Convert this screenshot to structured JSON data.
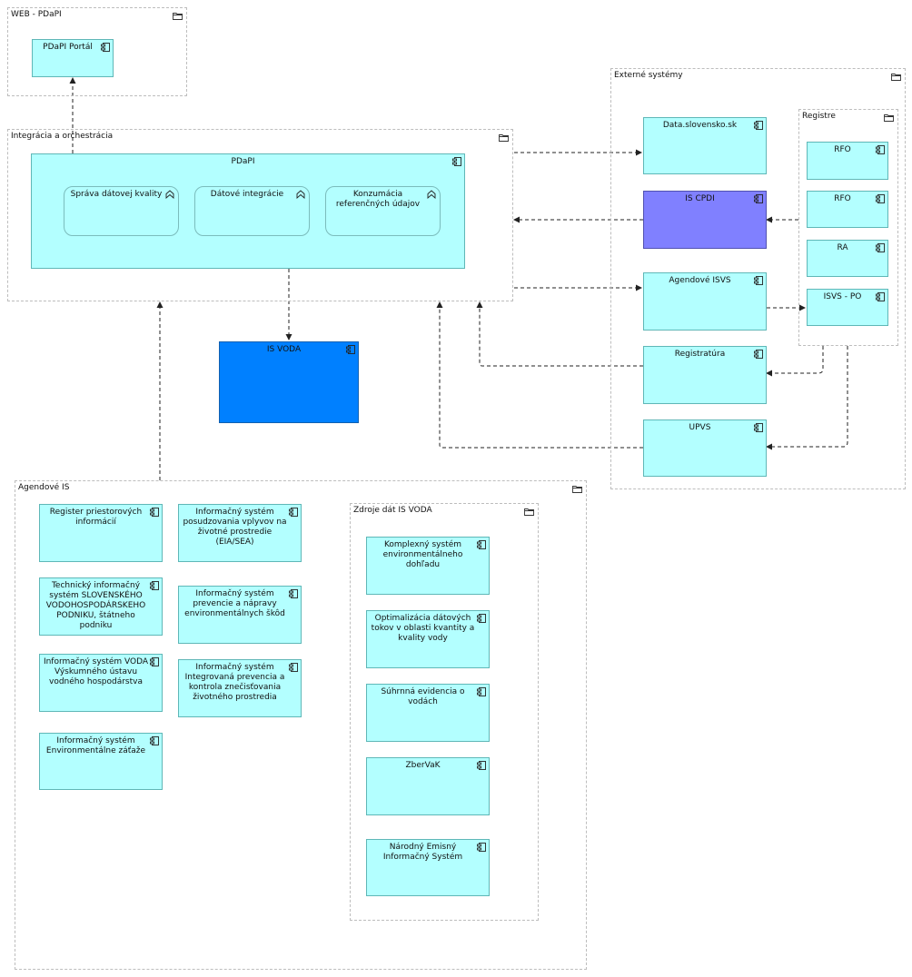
{
  "groups": {
    "web": "WEB - PDaPI",
    "integration": "Integrácia a orchestrácia",
    "external": "Externé systémy",
    "registers": "Registre",
    "agenda": "Agendové IS",
    "sources": "Zdroje dát IS VODA"
  },
  "components": {
    "portal": "PDaPI Portál",
    "pdapi": "PDaPI",
    "isvoda": "IS VODA",
    "data_sk": "Data.slovensko.sk",
    "cpdi": "IS CPDI",
    "agendove_isvs": "Agendové ISVS",
    "registratura": "Registratúra",
    "upvs": "UPVS",
    "rfo1": "RFO",
    "rfo2": "RFO",
    "ra": "RA",
    "isvs_po": "ISVS - PO",
    "agenda_items": [
      "Register priestorových informácií",
      "Technický informačný systém SLOVENSKÉHO VODOHOSPODÁRSKEHO PODNIKU, štátneho podniku",
      "Informačný systém VODA Výskumného ústavu vodného hospodárstva",
      "Informačný systém Environmentálne záťaže",
      "Informačný systém posudzovania vplyvov na životné prostredie (EIA/SEA)",
      "Informačný systém prevencie a nápravy environmentálnych škôd",
      "Informačný systém Integrovaná prevencia a kontrola znečisťovania životného prostredia"
    ],
    "source_items": [
      "Komplexný systém environmentálneho dohľadu",
      "Optimalizácia dátových tokov v oblasti kvantity a kvality vody",
      "Súhrnná evidencia o vodách",
      "ZberVaK",
      "Národný Emisný Informačný Systém"
    ]
  },
  "functions": [
    "Správa dátovej kvality",
    "Dátové integrácie",
    "Konzumácia referenčných údajov"
  ],
  "colors": {
    "component_fill": "#b3ffff",
    "component_border": "#5fb7b7",
    "is_cpdi_fill": "#8080ff",
    "is_voda_fill": "#0080ff",
    "group_border": "#bdbdbd",
    "connector": "#222222"
  }
}
